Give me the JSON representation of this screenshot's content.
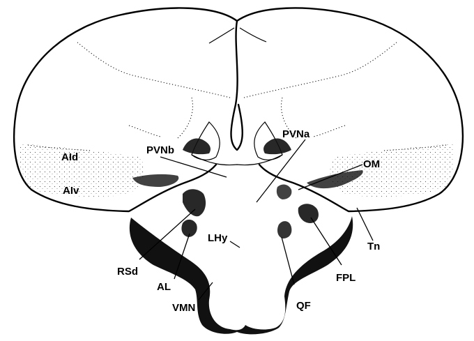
{
  "figure": {
    "labels": {
      "aid": "AId",
      "aiv": "AIv",
      "pvnb": "PVNb",
      "pvna": "PVNa",
      "om": "OM",
      "lhy": "LHy",
      "rsd": "RSd",
      "al": "AL",
      "vmn": "VMN",
      "qf": "QF",
      "fpl": "FPL",
      "tn": "Tn"
    }
  }
}
